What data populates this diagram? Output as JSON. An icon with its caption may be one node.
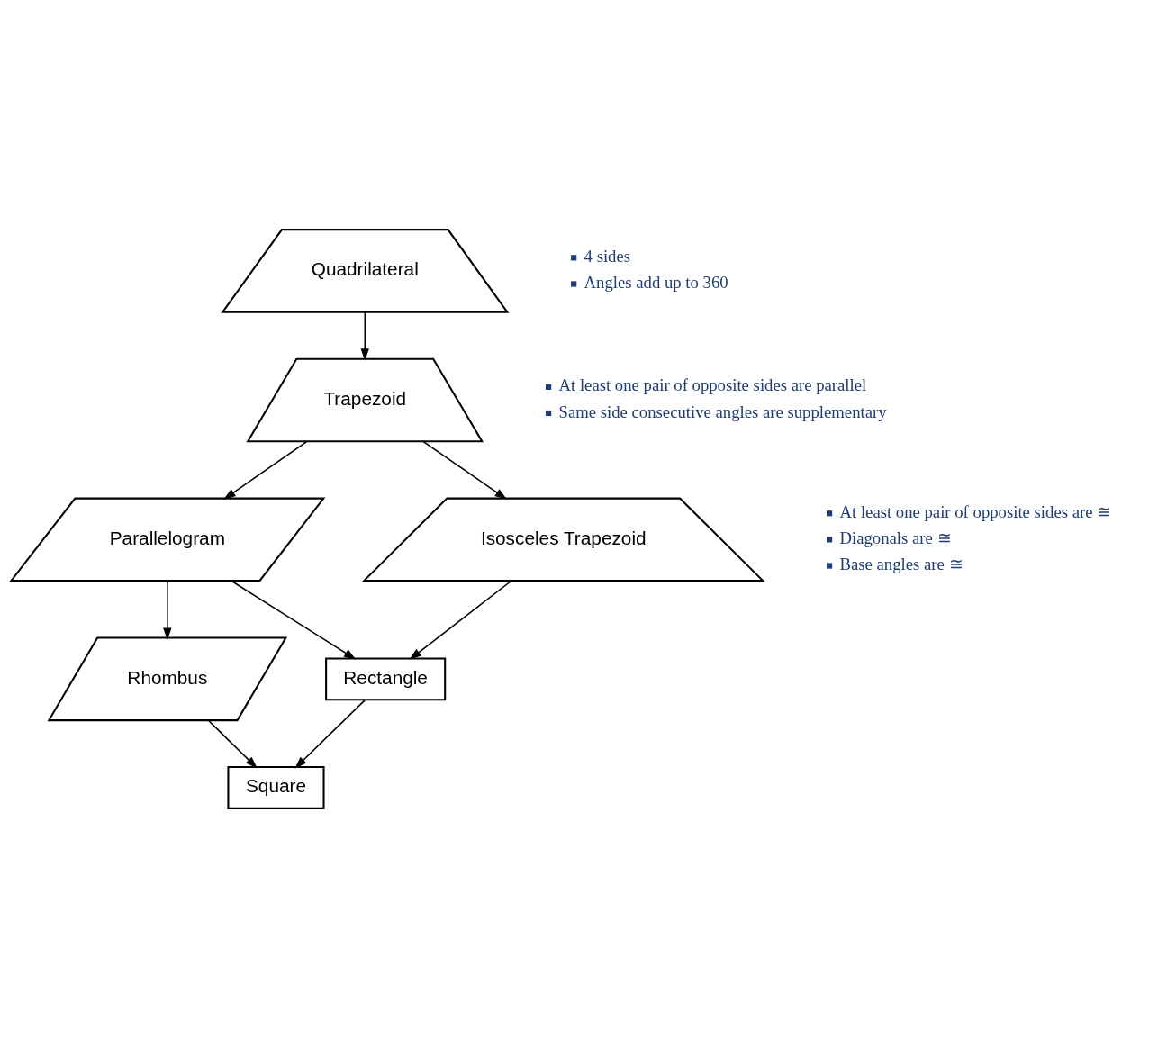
{
  "diagram": {
    "nodes": [
      {
        "text": [
          "Quadrilateral"
        ],
        "beside": [
          "4 sides",
          "Angles add up to 360"
        ]
      },
      {
        "text": [
          "Trapezoid"
        ],
        "beside": [
          "At least one pair of opposite sides are parallel",
          "Same side consecutive angles are supplementary"
        ]
      },
      {
        "text": [
          "Parallelogram"
        ]
      },
      {
        "text": [
          "Isosceles Trapezoid"
        ],
        "beside": [
          "At least one pair of opposite sides are ≅",
          "Diagonals are ≅",
          "Base angles are ≅"
        ]
      },
      {
        "text": [
          "Rhombus"
        ]
      },
      {
        "text": [
          "Rectangle"
        ]
      },
      {
        "text": [
          "Square"
        ]
      }
    ],
    "edges": [
      {
        "from": 0,
        "to": 1,
        "arrow": "to"
      },
      {
        "from": 1,
        "to": 2,
        "arrow": "to"
      },
      {
        "from": 1,
        "to": 3,
        "arrow": "to"
      },
      {
        "from": 2,
        "to": 4,
        "arrow": "to"
      },
      {
        "from": 2,
        "to": 5,
        "arrow": "to"
      },
      {
        "from": 3,
        "to": 5,
        "arrow": "to"
      },
      {
        "from": 4,
        "to": 6,
        "arrow": "to"
      },
      {
        "from": 5,
        "to": 6,
        "arrow": "to"
      }
    ]
  }
}
